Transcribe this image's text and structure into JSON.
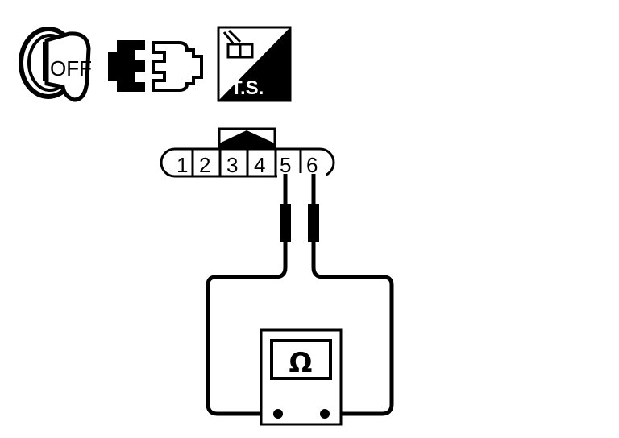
{
  "icons": {
    "ignition": {
      "label": "OFF"
    },
    "connector_disconnect": {},
    "test_station": {
      "label": "T.S."
    }
  },
  "connector": {
    "pins": [
      "1",
      "2",
      "3",
      "4",
      "5",
      "6"
    ],
    "measured_pins": [
      "5",
      "6"
    ]
  },
  "meter": {
    "symbol": "Ω"
  },
  "colors": {
    "ink": "#000000",
    "paper": "#ffffff"
  }
}
